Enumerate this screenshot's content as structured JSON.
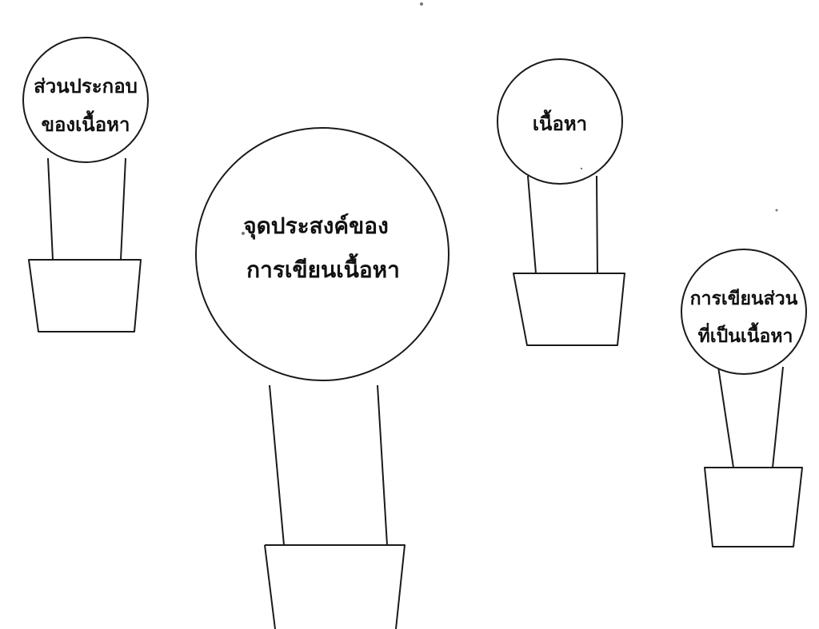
{
  "colors": {
    "background": "#ffffff",
    "ink": "#1a1a1a"
  },
  "plants": [
    {
      "id": "components",
      "label_lines": [
        "ส่วนประกอบ",
        "ของเนื้อหา"
      ]
    },
    {
      "id": "purpose",
      "label_lines": [
        "จุดประสงค์ของ",
        "การเขียนเนื้อหา"
      ]
    },
    {
      "id": "content",
      "label_lines": [
        "เนื้อหา"
      ]
    },
    {
      "id": "writing-content-part",
      "label_lines": [
        "การเขียนส่วน",
        "ที่เป็นเนื้อหา"
      ]
    }
  ]
}
